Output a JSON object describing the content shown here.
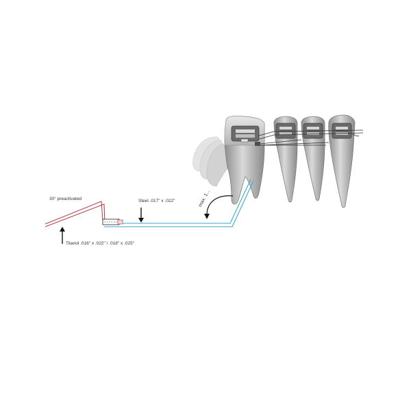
{
  "labels": {
    "preactivated": "30° preactivated",
    "steel": "Steel .017\" x .022\"",
    "titanol": "Titanol .016\" x .022\" / .018\" x .025\"",
    "max_angle": "max. 1..."
  },
  "colors": {
    "tma_spring": "#b5434f",
    "steel_wire": "#3aa7c9",
    "tooth_fill": "#a9a9a9",
    "tooth_shadow": "#d6d6d6",
    "bracket": "#5a5a5a",
    "arrow": "#111111"
  }
}
